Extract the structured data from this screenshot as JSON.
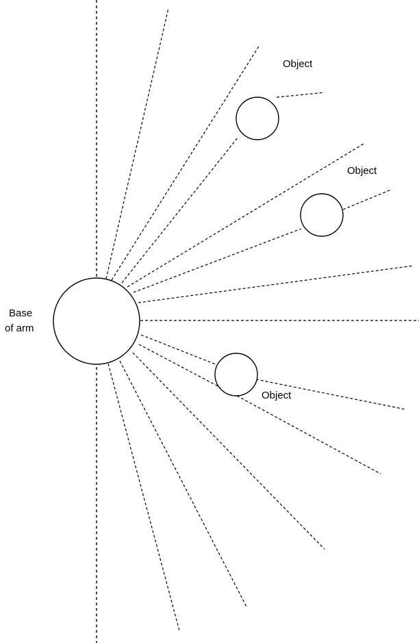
{
  "base": {
    "label_line1": "Base",
    "label_line2": "of arm"
  },
  "objects": [
    {
      "label": "Object"
    },
    {
      "label": "Object"
    },
    {
      "label": "Object"
    }
  ],
  "colors": {
    "stroke": "#000000",
    "background": "#ffffff"
  }
}
